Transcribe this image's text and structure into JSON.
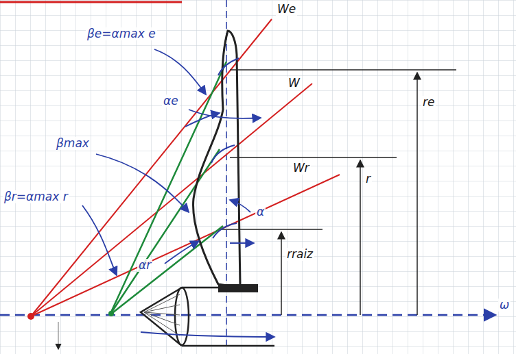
{
  "diagram": {
    "labels": [
      "We",
      "βe=αmax e",
      "αe",
      "W",
      "Wr",
      "re",
      "r",
      "βmax",
      "α",
      "βr=αmax r",
      "αr",
      "rraiz",
      "ω"
    ]
  }
}
